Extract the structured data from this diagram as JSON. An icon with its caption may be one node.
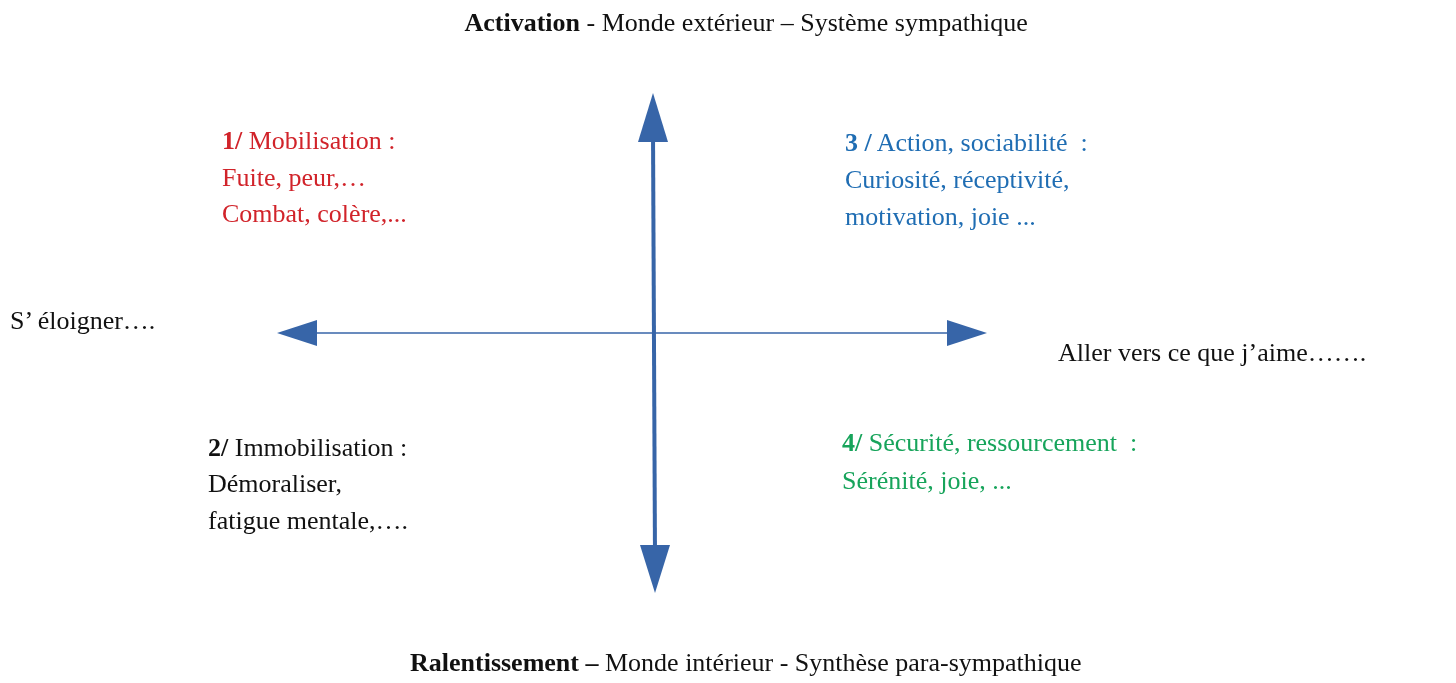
{
  "diagram": {
    "labels": [
      "**Activation** - Monde extérieur – Système sympathique",
      "**1/** Mobilisation :",
      "Fuite, peur,…",
      "Combat, colère,...",
      "**3 /** Action, sociabilité  :",
      "Curiosité, réceptivité,",
      "motivation, joie ...",
      "S’ éloigner….",
      "Aller vers ce que j’aime…….",
      "**2/** Immobilisation :",
      "Démoraliser,",
      "fatigue mentale,….",
      "**4/** Sécurité, ressourcement  :",
      "Sérénité, joie, ...",
      "**Ralentissement –** Monde intérieur - Synthèse para-sympathique"
    ]
  }
}
